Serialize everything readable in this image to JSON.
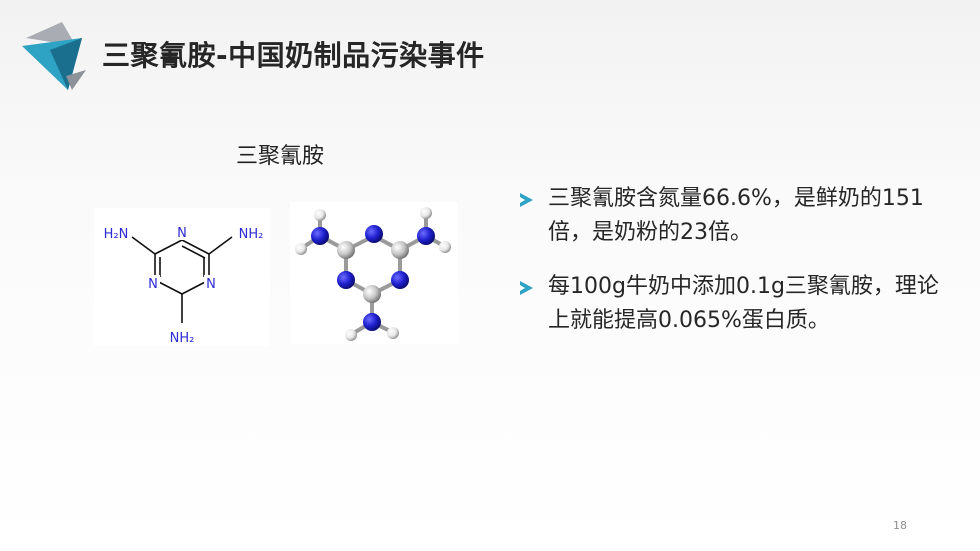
{
  "slide": {
    "title": "三聚氰胺-中国奶制品污染事件",
    "structure_caption": "三聚氰胺",
    "page_number": "18"
  },
  "formula": {
    "amine_left": "H₂N",
    "amine_right": "NH₂",
    "amine_bottom": "NH₂",
    "ring_n_top": "N",
    "ring_n_left": "N",
    "ring_n_right": "N"
  },
  "bullets": [
    {
      "text": "三聚氰胺含氮量66.6%，是鲜奶的151倍，是奶粉的23倍。"
    },
    {
      "text": "每100g牛奶中添加0.1g三聚氰胺，理论上就能提高0.065%蛋白质。"
    }
  ],
  "colors": {
    "accent": "#2ea3c4",
    "accent_dark": "#1a6f8e",
    "nitrogen_label": "#2b2bd6",
    "nitrogen_atom": "#1f1fcf",
    "carbon_atom": "#c8c8c8",
    "hydrogen_atom": "#e6e6e6"
  },
  "icons": {
    "logo": "triangle-logo-icon",
    "bullet": "arrow-bullet-icon"
  }
}
